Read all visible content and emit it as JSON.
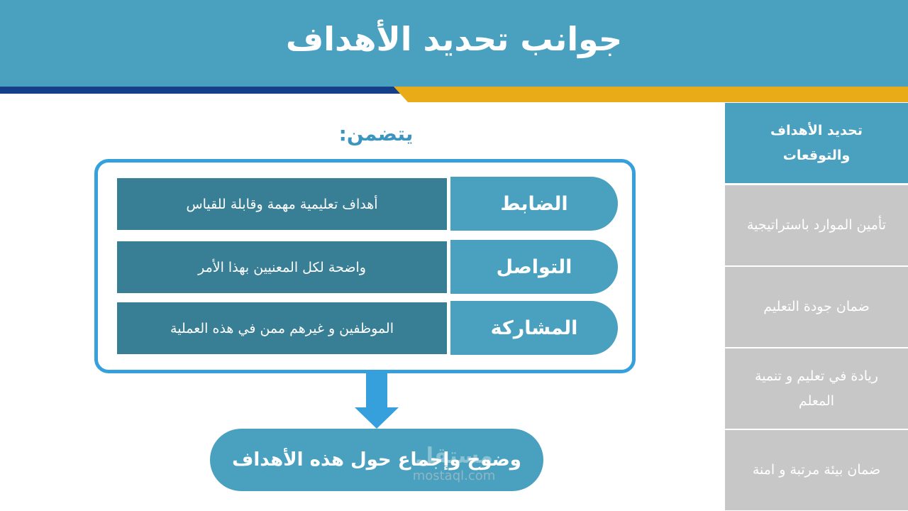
{
  "header": {
    "title": "جوانب تحديد الأهداف"
  },
  "sidebar": {
    "items": [
      {
        "label": "تحديد الأهداف والتوقعات",
        "active": true
      },
      {
        "label": "تأمين الموارد باستراتيجية",
        "active": false
      },
      {
        "label": "ضمان جودة التعليم",
        "active": false
      },
      {
        "label": "ريادة في تعليم و تنمية المعلم",
        "active": false
      },
      {
        "label": "ضمان بيئة مرتبة و امنة",
        "active": false
      }
    ]
  },
  "main": {
    "subtitle": "يتضمن:",
    "rows": [
      {
        "label": "الضابط",
        "description": "أهداف تعليمية مهمة وقابلة للقياس"
      },
      {
        "label": "التواصل",
        "description": "واضحة لكل المعنيين بهذا الأمر"
      },
      {
        "label": "المشاركة",
        "description": "الموظفين و غيرهم ممن في هذه العملية"
      }
    ],
    "result": "وضوح وإجماع حول هذه الأهداف"
  },
  "watermark": {
    "word": "مستقل",
    "url": "mostaql.com"
  },
  "colors": {
    "header": "#4aa0bf",
    "stripe_blue": "#14408a",
    "stripe_gold": "#e9ab17",
    "frame": "#35a0dc",
    "row_desc": "#387f95",
    "inactive": "#c7c7c7"
  }
}
